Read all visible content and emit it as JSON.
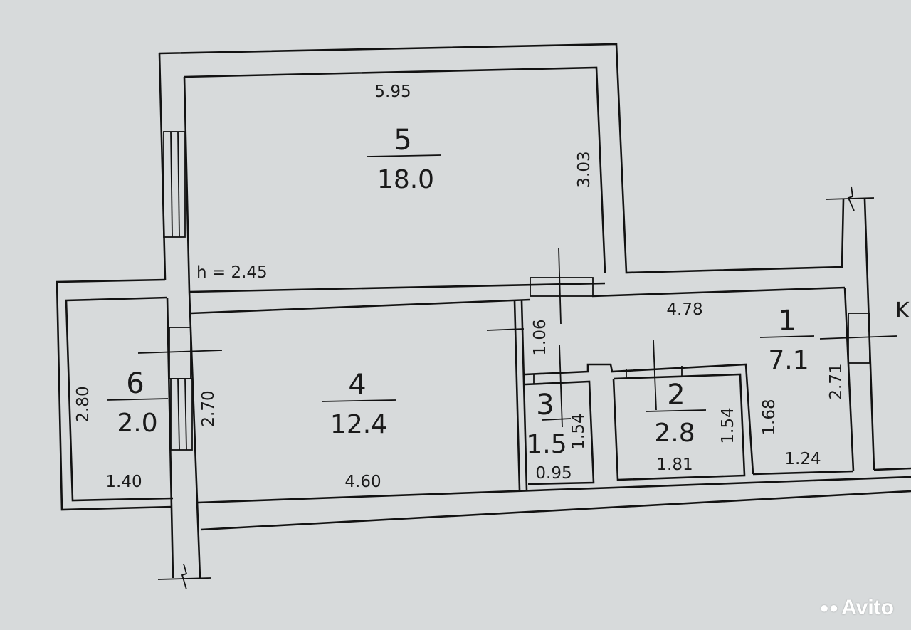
{
  "rooms": [
    {
      "number": "5",
      "area": "18.0"
    },
    {
      "number": "4",
      "area": "12.4"
    },
    {
      "number": "6",
      "area": "2.0"
    },
    {
      "number": "3",
      "area": "1.5"
    },
    {
      "number": "2",
      "area": "2.8"
    },
    {
      "number": "1",
      "area": "7.1"
    }
  ],
  "dimensions": {
    "room5_width": "5.95",
    "room5_length": "3.03",
    "ceiling_height": "h = 2.45",
    "room4_width": "4.60",
    "room4_length": "2.70",
    "room6_width": "1.40",
    "room6_length": "2.80",
    "hall_width": "4.78",
    "hall_length": "2.71",
    "hall_passage": "1.06",
    "room3_width": "0.95",
    "room3_length": "1.54",
    "room2_width": "1.81",
    "room2_length": "1.54",
    "hall_bottom_width": "1.24",
    "hall_bottom_length": "1.68"
  },
  "edge_letter": "K",
  "watermark": "Avito"
}
